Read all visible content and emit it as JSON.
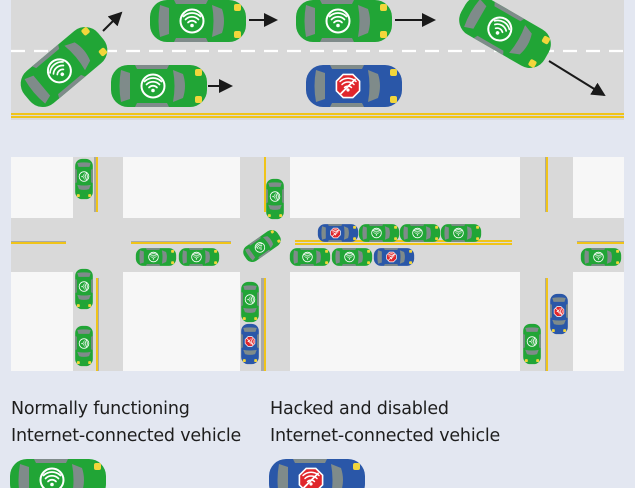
{
  "legend": {
    "normal": {
      "line1": "Normally functioning",
      "line2": "Internet-connected vehicle",
      "icon": "wifi-icon",
      "color": "#21a536"
    },
    "hacked": {
      "line1": "Hacked and disabled",
      "line2": "Internet-connected vehicle",
      "icon": "no-wifi-stop-icon",
      "color": "#2a57a8"
    }
  },
  "colors": {
    "background": "#e3e7f1",
    "road": "#d9d9d9",
    "block": "#f7f7f7",
    "lane_marking": "#f0c419",
    "arrow": "#1a1a1a"
  }
}
